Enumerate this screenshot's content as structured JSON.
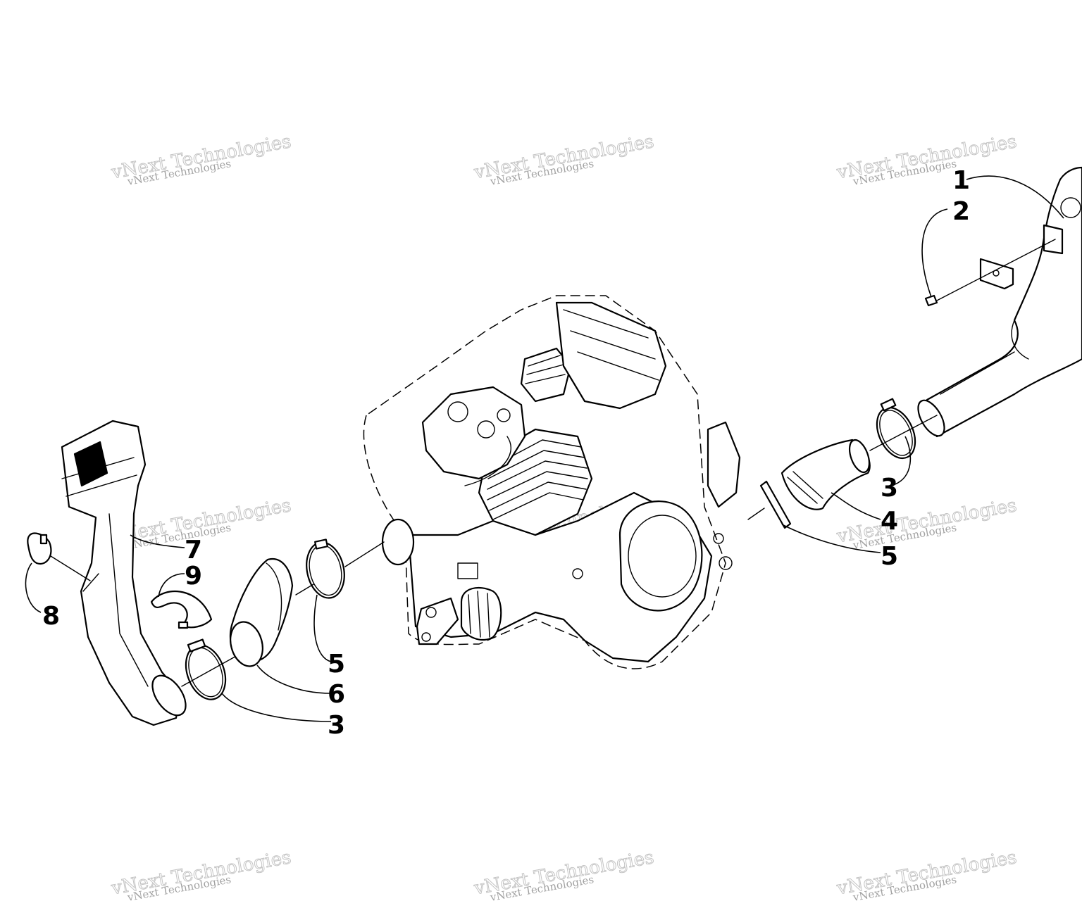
{
  "watermark": {
    "line_small": "vNext Technologies",
    "line_big": "vNext Technologies"
  },
  "callouts": [
    {
      "id": "c1",
      "label": "1"
    },
    {
      "id": "c2",
      "label": "2"
    },
    {
      "id": "c3r",
      "label": "3"
    },
    {
      "id": "c4",
      "label": "4"
    },
    {
      "id": "c5r",
      "label": "5"
    },
    {
      "id": "c5l",
      "label": "5"
    },
    {
      "id": "c6",
      "label": "6"
    },
    {
      "id": "c3l",
      "label": "3"
    },
    {
      "id": "c7",
      "label": "7"
    },
    {
      "id": "c8",
      "label": "8"
    },
    {
      "id": "c9",
      "label": "9"
    }
  ]
}
